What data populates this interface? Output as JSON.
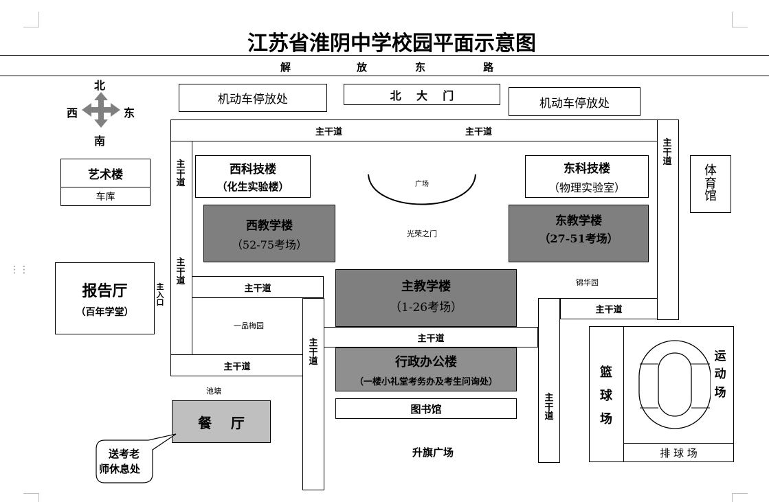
{
  "title": "江苏省淮阴中学校园平面示意图",
  "road_top": [
    "解",
    "放",
    "东",
    "路"
  ],
  "compass": {
    "north": "北",
    "south": "南",
    "west": "西",
    "east": "东"
  },
  "north_gate": "北    大    门",
  "parking_left": "机动车停放处",
  "parking_right": "机动车停放处",
  "main_road": "主干道",
  "main_road_vertical": [
    "主",
    "干",
    "道"
  ],
  "main_entrance": [
    "主",
    "入",
    "口"
  ],
  "art_building": "艺术楼",
  "garage": "车库",
  "west_tech": {
    "name": "西科技楼",
    "sub": "（化生实验楼）"
  },
  "east_tech": {
    "name": "东科技楼",
    "sub": "（物理实验室）"
  },
  "plaza": "广场",
  "gym": [
    "体",
    "育",
    "馆"
  ],
  "west_teaching": {
    "name": "西教学楼",
    "sub": "（52-75考场）"
  },
  "east_teaching": {
    "name": "东教学楼",
    "sub": "（27-51考场）"
  },
  "gate_of_honor": "光荣之门",
  "auditorium": {
    "name": "报告厅",
    "sub": "（百年学堂）"
  },
  "main_teaching": {
    "name": "主教学楼",
    "sub": "（1-26考场）"
  },
  "jinhua_garden": "锦华园",
  "plum_garden": "一品梅园",
  "admin": {
    "name": "行政办公楼",
    "sub": "（一楼小礼堂考务办及考生问询处）"
  },
  "pond": "池塘",
  "canteen": "餐    厅",
  "library": "图书馆",
  "flag_plaza": "升旗广场",
  "basketball": [
    "篮",
    "球",
    "场"
  ],
  "sports_field": [
    "运",
    "动",
    "场"
  ],
  "volleyball": "排 球 场",
  "callout": [
    "送考老",
    "师休息处"
  ],
  "colors": {
    "dark_gray": "#7f7f7f",
    "mid_gray": "#8f8f8f",
    "light_gray": "#bfbfbf",
    "arrow_gray": "#808080"
  }
}
